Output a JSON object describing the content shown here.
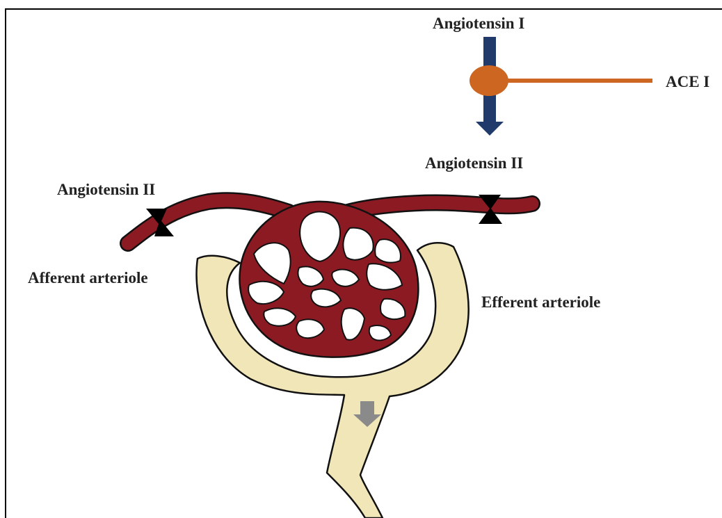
{
  "labels": {
    "angiotensin_i": "Angiotensin I",
    "ace_i": "ACE I",
    "angiotensin_ii_top": "Angiotensin II",
    "angiotensin_ii_left": "Angiotensin II",
    "afferent": "Afferent arteriole",
    "efferent": "Efferent arteriole"
  },
  "colors": {
    "vessel": "#8b1a22",
    "capsule": "#f1e6b8",
    "conversion_arrow": "#1f3a6b",
    "ace_inhibitor": "#cc6620",
    "flow_arrow": "#8a8a8a",
    "constriction": "#000000"
  }
}
